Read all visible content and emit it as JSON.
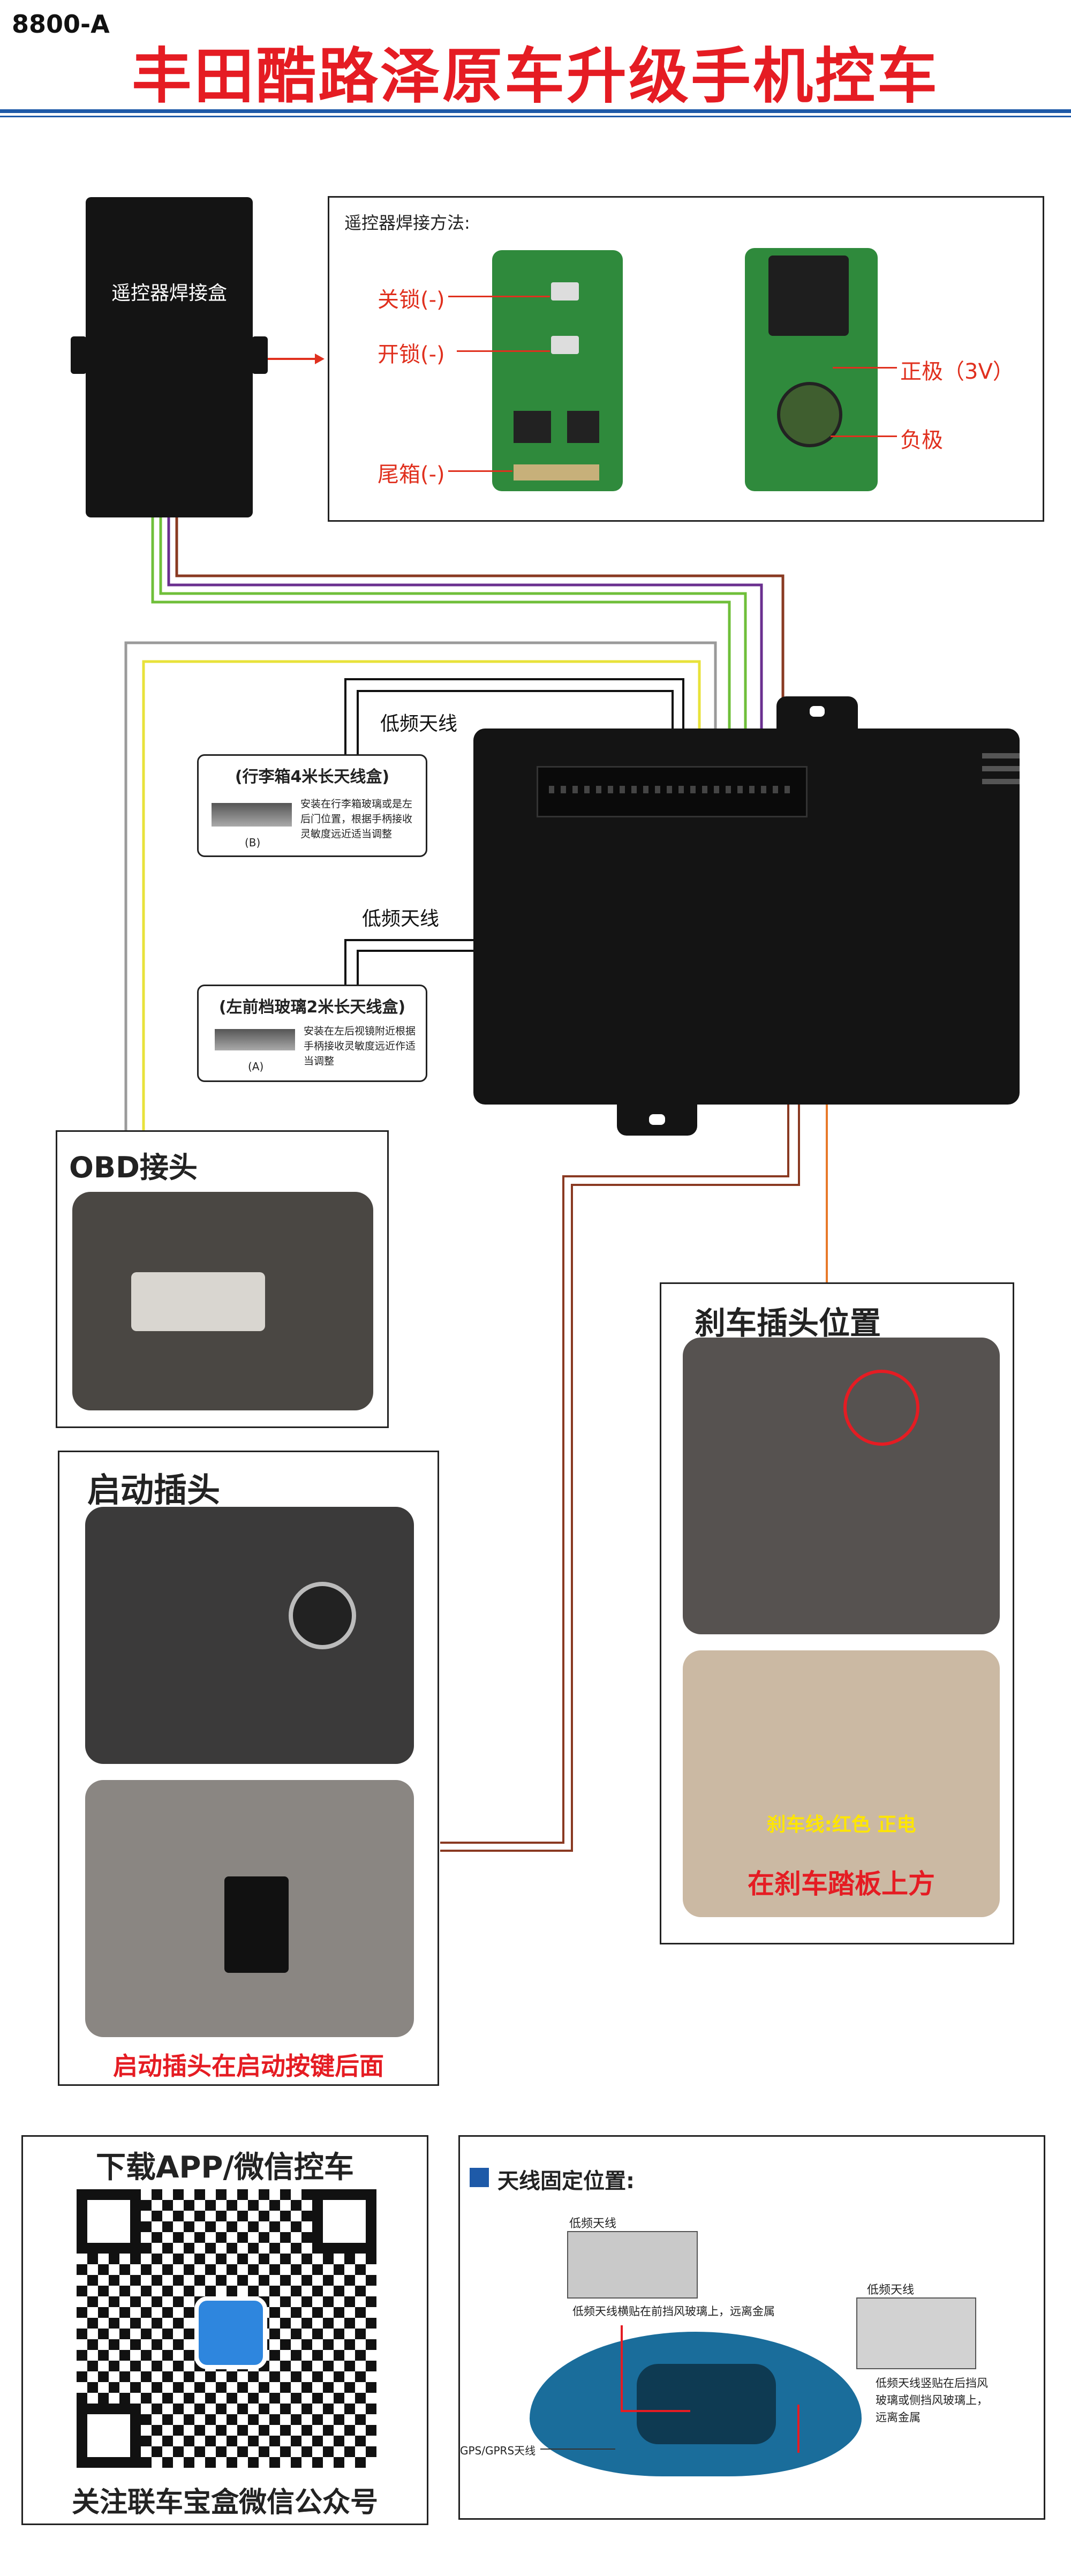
{
  "header": {
    "model": "8800-A",
    "title": "丰田酷路泽原车升级手机控车"
  },
  "remote_box": {
    "label": "遥控器焊接盒"
  },
  "welding": {
    "title": "遥控器焊接方法:",
    "lock": "关锁(-)",
    "unlock": "开锁(-)",
    "trunk": "尾箱(-)",
    "positive": "正极（3V）",
    "negative": "负极"
  },
  "antennas": {
    "lf_label_1": "低频天线",
    "lf_label_2": "低频天线",
    "trunk_box_title": "(行李箱4米长天线盒)",
    "trunk_box_note": "安装在行李箱玻璃或是左后门位置，根据手柄接收灵敏度远近适当调整",
    "trunk_box_tag": "(B)",
    "front_box_title": "(左前档玻璃2米长天线盒)",
    "front_box_note": "安装在左后视镜附近根据手柄接收灵敏度远近作适当调整",
    "front_box_tag": "(A)"
  },
  "obd": {
    "title": "OBD接头"
  },
  "start": {
    "title": "启动插头",
    "caption": "启动插头在启动按键后面"
  },
  "brake": {
    "title": "刹车插头位置",
    "wire_note": "刹车线:红色 正电",
    "caption": "在刹车踏板上方"
  },
  "app": {
    "title": "下载APP/微信控车",
    "footer": "关注联车宝盒微信公众号"
  },
  "antenna_pos": {
    "title": "天线固定位置:",
    "front_label": "低频天线",
    "front_note": "低频天线横贴在前挡风玻璃上，远离金属",
    "rear_label": "低频天线",
    "rear_note": "低频天线竖贴在后挡风玻璃或侧挡风玻璃上，远离金属",
    "gps_label": "GPS/GPRS天线"
  },
  "colors": {
    "title_red": "#e51c23",
    "rule_blue": "#1e5aa8",
    "wire_brown": "#8a3a22",
    "wire_purple": "#6a2f8f",
    "wire_green": "#6fbf3a",
    "wire_yellow": "#e8e23a",
    "wire_orange": "#e87a2a",
    "wire_gray": "#9a9a9a",
    "car_blue": "#1a6d9b"
  }
}
